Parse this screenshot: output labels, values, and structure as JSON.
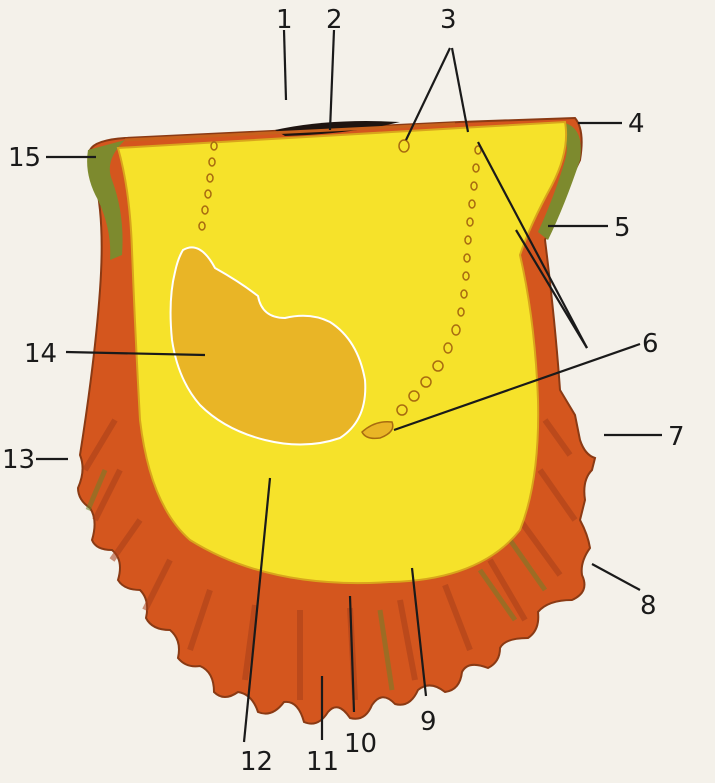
{
  "diagram": {
    "type": "labeled-illustration",
    "subject_colors": {
      "background": "#f4f1ea",
      "outer_shell": "#d4561e",
      "outer_shell_dark": "#a8401a",
      "rim_green": "#7d8a2e",
      "inner_nacre": "#f6e22a",
      "muscle_scar": "#e9b526",
      "ligament": "#1e1410"
    },
    "labels": [
      {
        "id": "1",
        "text": "1"
      },
      {
        "id": "2",
        "text": "2"
      },
      {
        "id": "3",
        "text": "3"
      },
      {
        "id": "4",
        "text": "4"
      },
      {
        "id": "5",
        "text": "5"
      },
      {
        "id": "6",
        "text": "6"
      },
      {
        "id": "7",
        "text": "7"
      },
      {
        "id": "8",
        "text": "8"
      },
      {
        "id": "9",
        "text": "9"
      },
      {
        "id": "10",
        "text": "10"
      },
      {
        "id": "11",
        "text": "11"
      },
      {
        "id": "12",
        "text": "12"
      },
      {
        "id": "13",
        "text": "13"
      },
      {
        "id": "14",
        "text": "14"
      },
      {
        "id": "15",
        "text": "15"
      }
    ]
  }
}
